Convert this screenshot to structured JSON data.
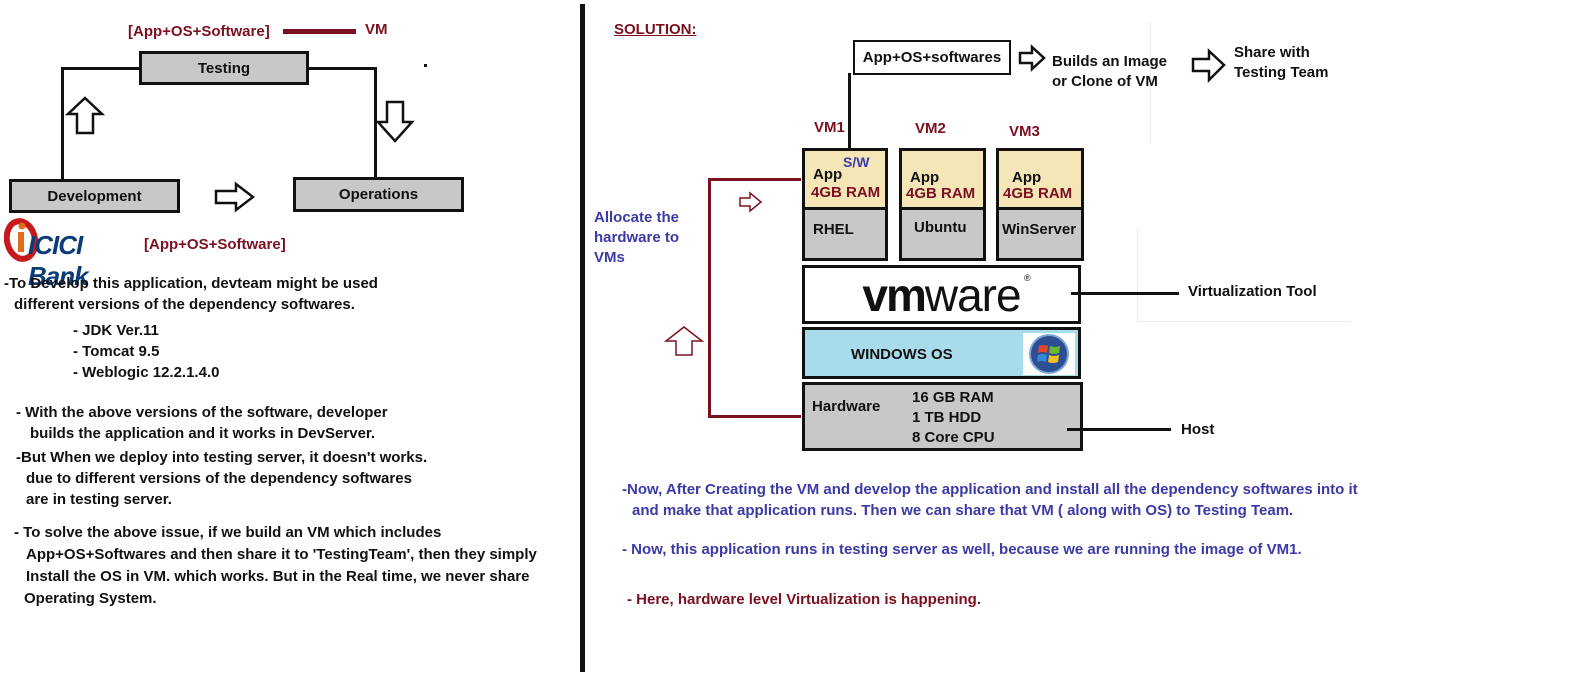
{
  "left": {
    "top_label": "[App+OS+Software]",
    "vm_label": "VM",
    "testing": "Testing",
    "development": "Development",
    "operations": "Operations",
    "logo_text": "ICICI Bank",
    "logo_mark": "i",
    "logo_caption": "[App+OS+Software]",
    "para1_l1": "-To Develop this application, devteam might be used",
    "para1_l2": "different versions of the dependency softwares.",
    "dep1": "- JDK Ver.11",
    "dep2": "- Tomcat 9.5",
    "dep3": "- Weblogic 12.2.1.4.0",
    "para2_l1": "- With the above versions of the software, developer",
    "para2_l2": "builds the application and it works in DevServer.",
    "para3_l1": "-But When we deploy into testing server, it doesn't works.",
    "para3_l2": "due  to  different versions of the dependency softwares",
    "para3_l3": "are in testing server.",
    "para4_l1": "- To solve the above issue, if we build an VM which includes",
    "para4_l2": "App+OS+Softwares and then share it to 'TestingTeam', then they simply",
    "para4_l3": "Install the OS in VM. which works. But in the Real time, we never share",
    "para4_l4": "Operating System."
  },
  "right": {
    "solution": "SOLUTION:",
    "image_box": "App+OS+softwares",
    "builds_l1": "Builds an Image",
    "builds_l2": "or Clone of VM",
    "share_l1": "Share with",
    "share_l2": "Testing Team",
    "vm1": "VM1",
    "vm2": "VM2",
    "vm3": "VM3",
    "sw": "S/W",
    "app": "App",
    "ram": "4GB RAM",
    "os1": "RHEL",
    "os2": "Ubuntu",
    "os3": "WinServer",
    "allocate_l1": "Allocate the",
    "allocate_l2": "hardware to",
    "allocate_l3": "VMs",
    "vmware_vm": "vm",
    "vmware_ware": "ware",
    "vmware_reg": "®",
    "virt_tool": "Virtualization Tool",
    "windows_os": "WINDOWS OS",
    "hardware": "Hardware",
    "hw_ram": "16 GB RAM",
    "hw_hdd": "1 TB HDD",
    "hw_cpu": "8 Core CPU",
    "host": "Host",
    "note1_l1": "-Now, After Creating the VM and develop the application and install all the dependency softwares into it",
    "note1_l2": "and make that application runs. Then we can share that VM  ( along with OS)   to Testing Team.",
    "note2": "- Now,  this application runs in testing server as well, because we are running the image of VM1.",
    "note3": "- Here, hardware level Virtualization is happening."
  },
  "colors": {
    "maroon": "#7a1020",
    "blue": "#3b3aa6",
    "app_fill": "#f5e6b8",
    "box_grey": "#c8c8c8",
    "windows_fill": "#a9dcea"
  }
}
